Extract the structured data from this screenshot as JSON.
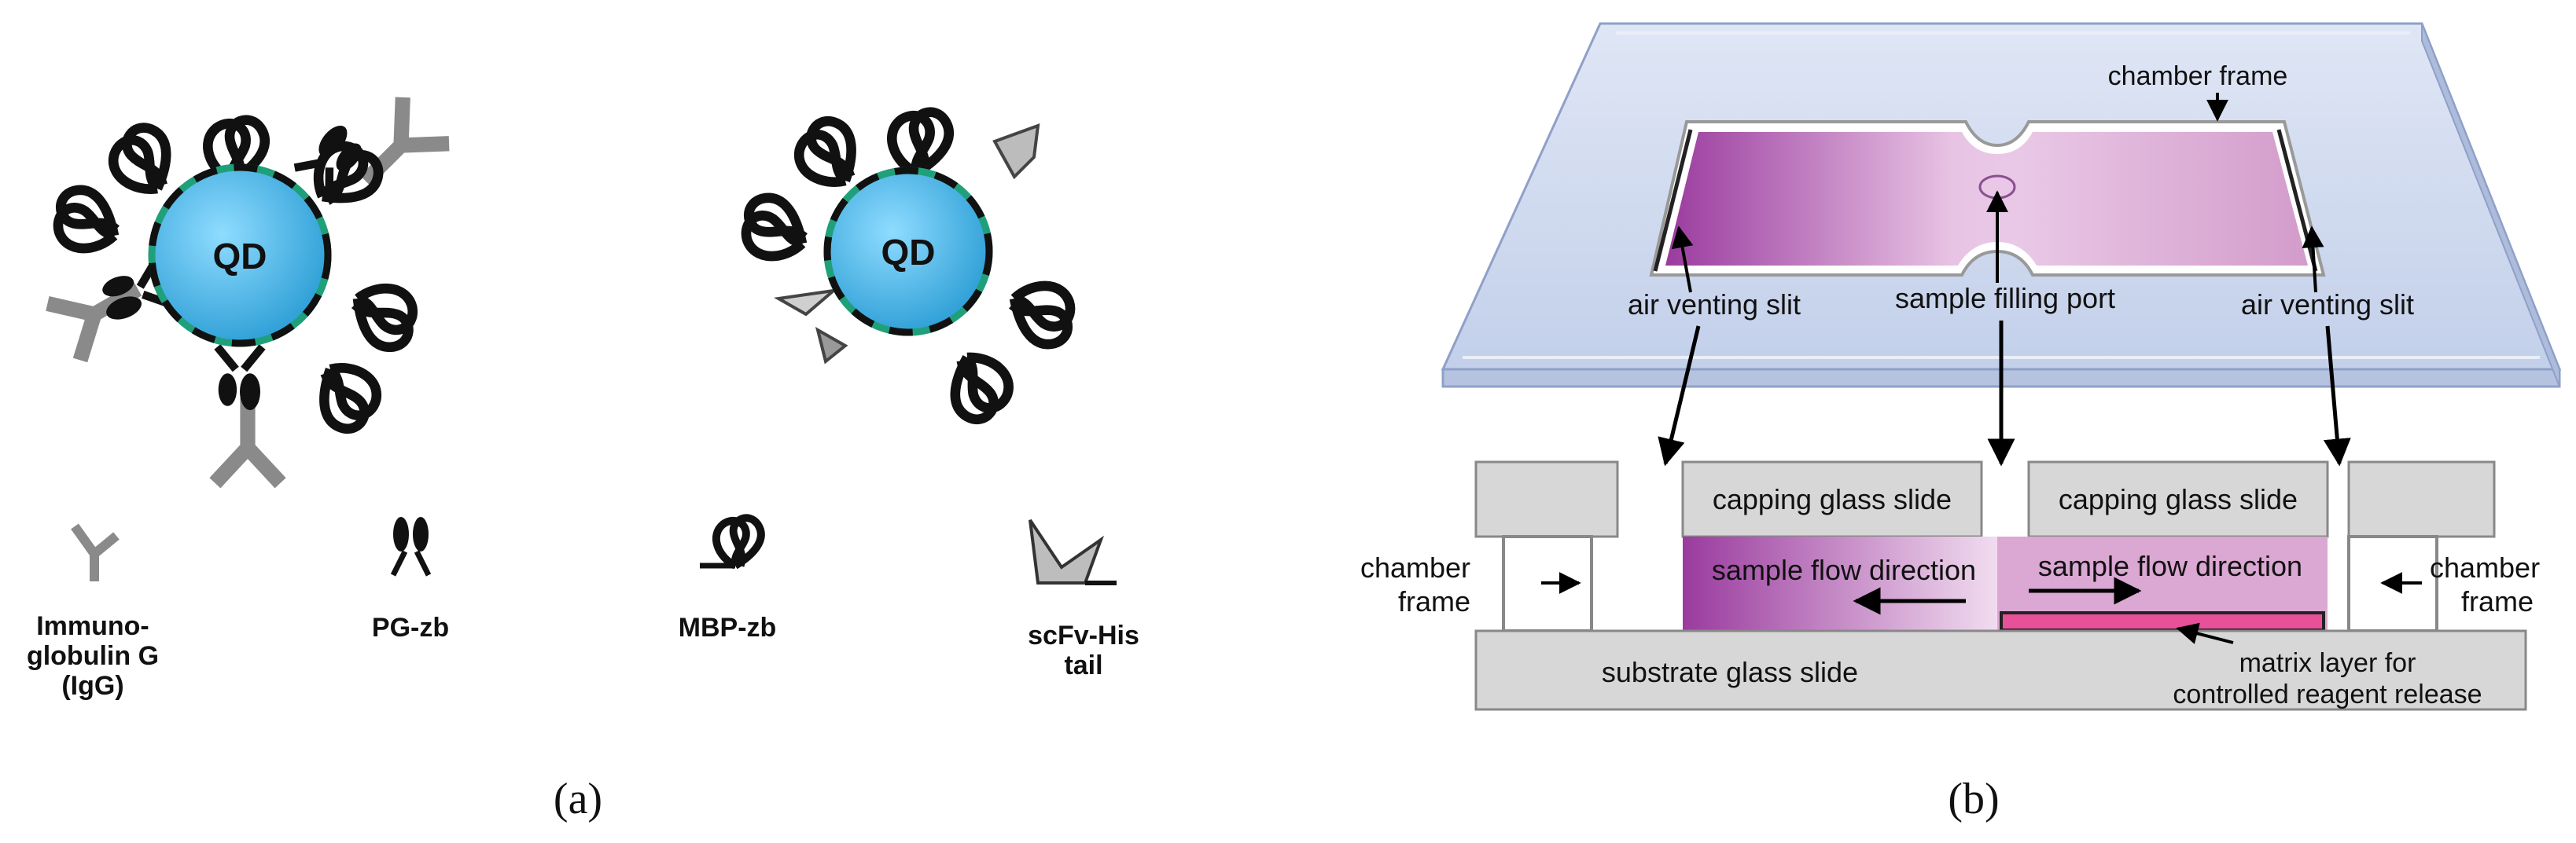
{
  "panel_a": {
    "label": "(a)",
    "qd_left_label": "QD",
    "qd_right_label": "QD",
    "legend": {
      "igg": [
        "Immuno-",
        "globulin G",
        "(IgG)"
      ],
      "pgzb": "PG-zb",
      "mbpzb": "MBP-zb",
      "scfv": [
        "scFv-His",
        "tail"
      ]
    }
  },
  "panel_b": {
    "label": "(b)",
    "chamber_frame_top": "chamber frame",
    "air_venting_left": "air venting slit",
    "sample_filling_port": "sample filling port",
    "air_venting_right": "air venting slit",
    "capping_left": "capping glass slide",
    "capping_right": "capping glass slide",
    "chamber_frame_left": [
      "chamber",
      "frame"
    ],
    "chamber_frame_right": [
      "chamber",
      "frame"
    ],
    "flow_left": "sample flow direction",
    "flow_right": "sample flow direction",
    "substrate": "substrate glass slide",
    "matrix": [
      "matrix layer for",
      "controlled reagent release"
    ]
  },
  "colors": {
    "qd_fill": "#4fb8e8",
    "qd_ring": "#1fa07a",
    "igg_gray": "#8a8a8a",
    "glass_gray": "#d7d7d7",
    "frame_blue": "#c9d6ee",
    "sample_purple": "#9b3fa0",
    "sample_pink": "#d9a0d0",
    "matrix_pink": "#e8509a"
  }
}
